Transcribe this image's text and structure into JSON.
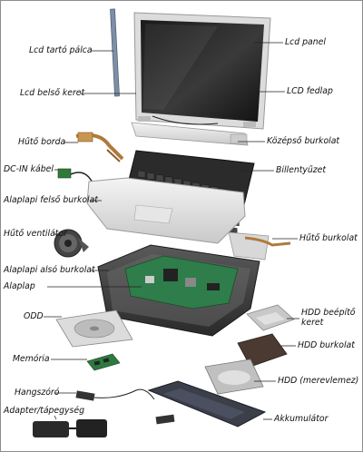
{
  "labels": {
    "lcd_tarto_palca": "Lcd tartó pálca",
    "lcd_panel": "Lcd panel",
    "lcd_belso_keret": "Lcd belső keret",
    "lcd_fedlap": "LCD fedlap",
    "huto_borda": "Hűtő borda",
    "kozepso_burkolat": "Középső burkolat",
    "dc_in_kabel": "DC-IN kábel",
    "billentyuzet": "Billentyűzet",
    "alaplapi_felso_burkolat": "Alaplapi felső burkolat",
    "huto_ventilator": "Hűtő ventilátor",
    "huto_burkolat": "Hűtő burkolat",
    "alaplapi_also_burkolat": "Alaplapi alsó burkolat",
    "alaplap": "Alaplap",
    "hdd_beepito_keret": "HDD beépítő keret",
    "odd": "ODD",
    "hdd_burkolat": "HDD burkolat",
    "memoria": "Memória",
    "hdd_merevlemez": "HDD (merevlemez)",
    "hangszoro": "Hangszóró",
    "adapter_tapegyseg": "Adapter/tápegység",
    "akkumulator": "Akkumulátor"
  }
}
